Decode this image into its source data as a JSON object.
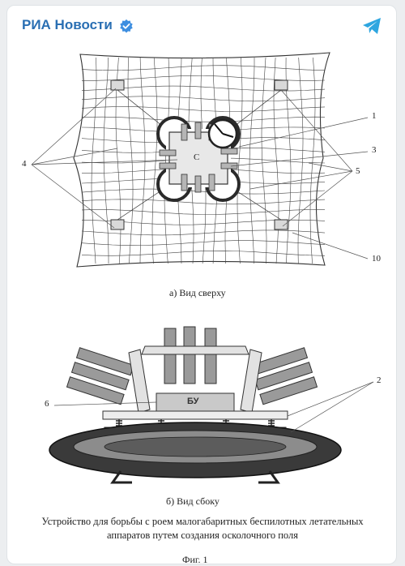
{
  "post": {
    "channel_name": "РИА Новости",
    "verified_icon": "verified-badge-icon",
    "share_icon": "telegram-icon",
    "brand_color": "#2a6fb3"
  },
  "figure": {
    "top_view": {
      "labels": [
        "1",
        "3",
        "4",
        "5",
        "10"
      ],
      "hub_letters": "С",
      "caption": "а) Вид сверху"
    },
    "side_view": {
      "control_unit": "БУ",
      "labels": [
        "2",
        "6"
      ],
      "caption": "б) Вид сбоку"
    },
    "description": "Устройство для борьбы с роем малогабаритных беспилотных летательных аппаратов путем создания осколочного поля",
    "fig_number": "Фиг. 1"
  }
}
